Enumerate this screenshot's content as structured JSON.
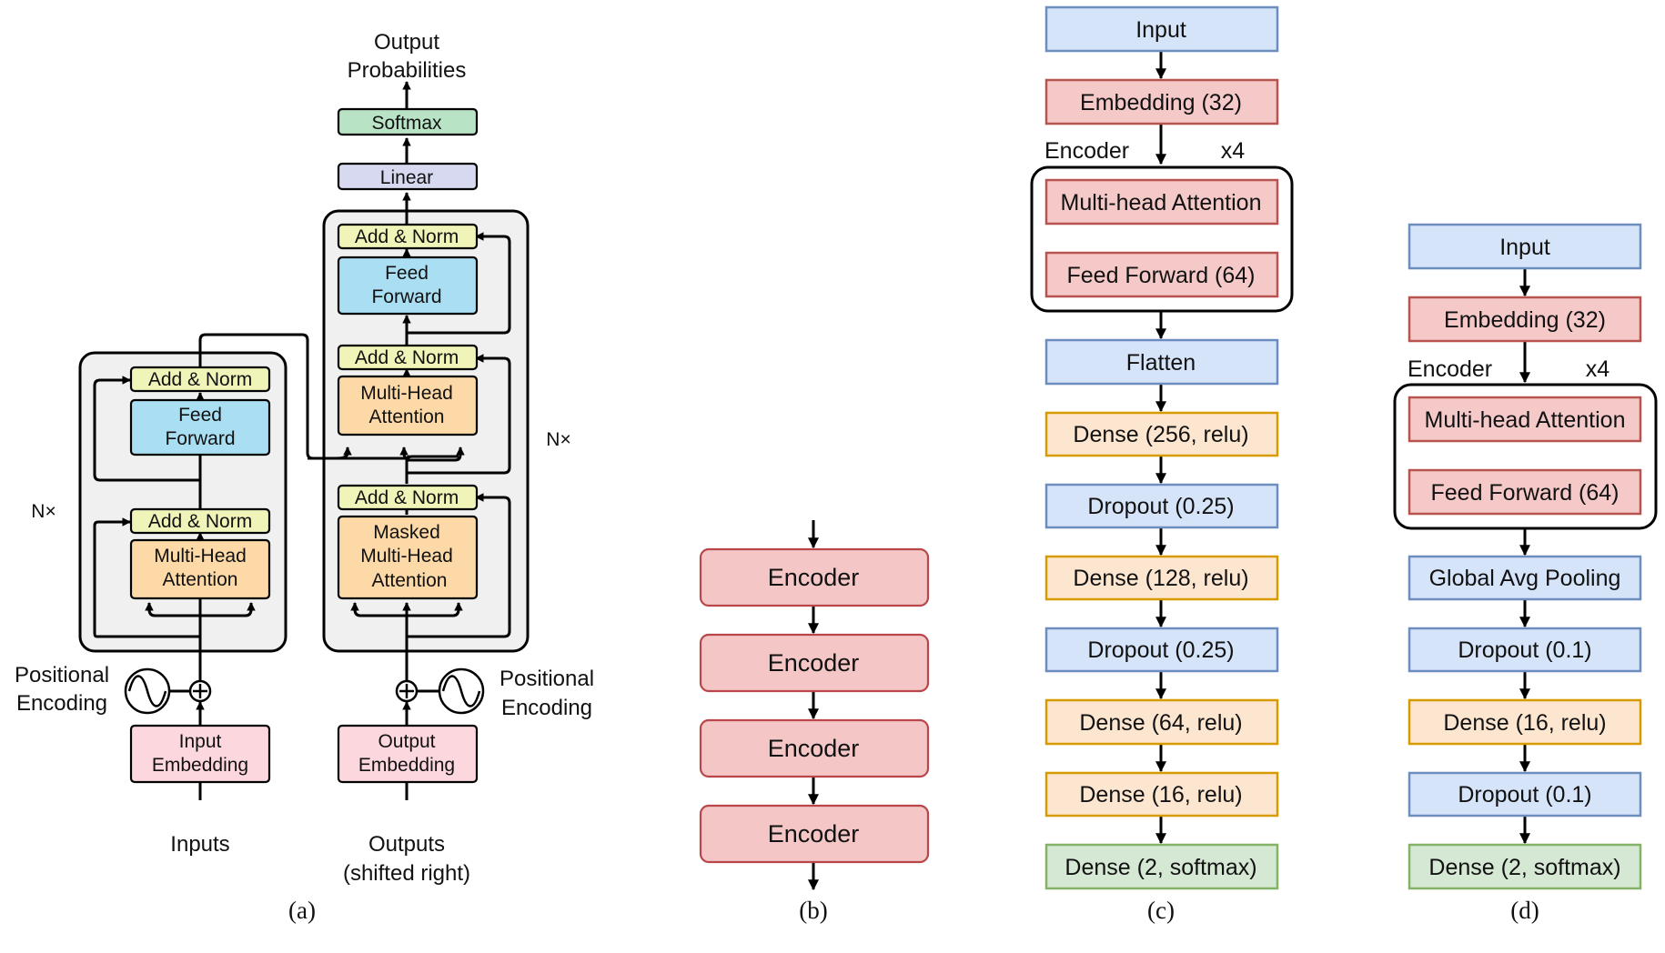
{
  "colors": {
    "transformer_gray": "#f0f0f0",
    "add_norm": "#f1f4b8",
    "feed_forward": "#aadff3",
    "attention": "#fcd9a6",
    "embedding": "#fcd7de",
    "linear": "#d7d9f0",
    "softmax": "#b8e3c5",
    "encoder_block": "#f4c6c6",
    "encoder_border": "#b9474a",
    "blue_fill": "#d6e4fa",
    "blue_border": "#6c8ebf",
    "red_fill": "#f6c9c9",
    "red_border": "#b85450",
    "orange_fill": "#fde6cf",
    "orange_border": "#d79b00",
    "green_fill": "#d5e8d4",
    "green_border": "#82b366"
  },
  "panel_a": {
    "caption": "(a)",
    "output_probabilities": [
      "Output",
      "Probabilities"
    ],
    "softmax": "Softmax",
    "linear": "Linear",
    "nx": "N×",
    "add_norm": "Add & Norm",
    "feed_forward": [
      "Feed",
      "Forward"
    ],
    "multi_head_attention": [
      "Multi-Head",
      "Attention"
    ],
    "masked_attention": [
      "Masked",
      "Multi-Head",
      "Attention"
    ],
    "positional_encoding": [
      "Positional",
      "Encoding"
    ],
    "input_embedding": [
      "Input",
      "Embedding"
    ],
    "output_embedding": [
      "Output",
      "Embedding"
    ],
    "inputs": "Inputs",
    "outputs": [
      "Outputs",
      "(shifted right)"
    ],
    "plus_symbol": "+"
  },
  "panel_b": {
    "caption": "(b)",
    "blocks": [
      "Encoder",
      "Encoder",
      "Encoder",
      "Encoder"
    ]
  },
  "panel_c": {
    "caption": "(c)",
    "encoder_label": "Encoder",
    "repeat_label": "x4",
    "input": "Input",
    "embedding": "Embedding (32)",
    "attention": "Multi-head Attention",
    "feed_forward": "Feed Forward (64)",
    "layers": [
      "Flatten",
      "Dense (256, relu)",
      "Dropout (0.25)",
      "Dense (128, relu)",
      "Dropout (0.25)",
      "Dense (64, relu)",
      "Dense (16, relu)",
      "Dense (2, softmax)"
    ]
  },
  "panel_d": {
    "caption": "(d)",
    "encoder_label": "Encoder",
    "repeat_label": "x4",
    "input": "Input",
    "embedding": "Embedding (32)",
    "attention": "Multi-head Attention",
    "feed_forward": "Feed Forward (64)",
    "layers": [
      "Global Avg Pooling",
      "Dropout (0.1)",
      "Dense (16, relu)",
      "Dropout (0.1)",
      "Dense (2, softmax)"
    ]
  }
}
